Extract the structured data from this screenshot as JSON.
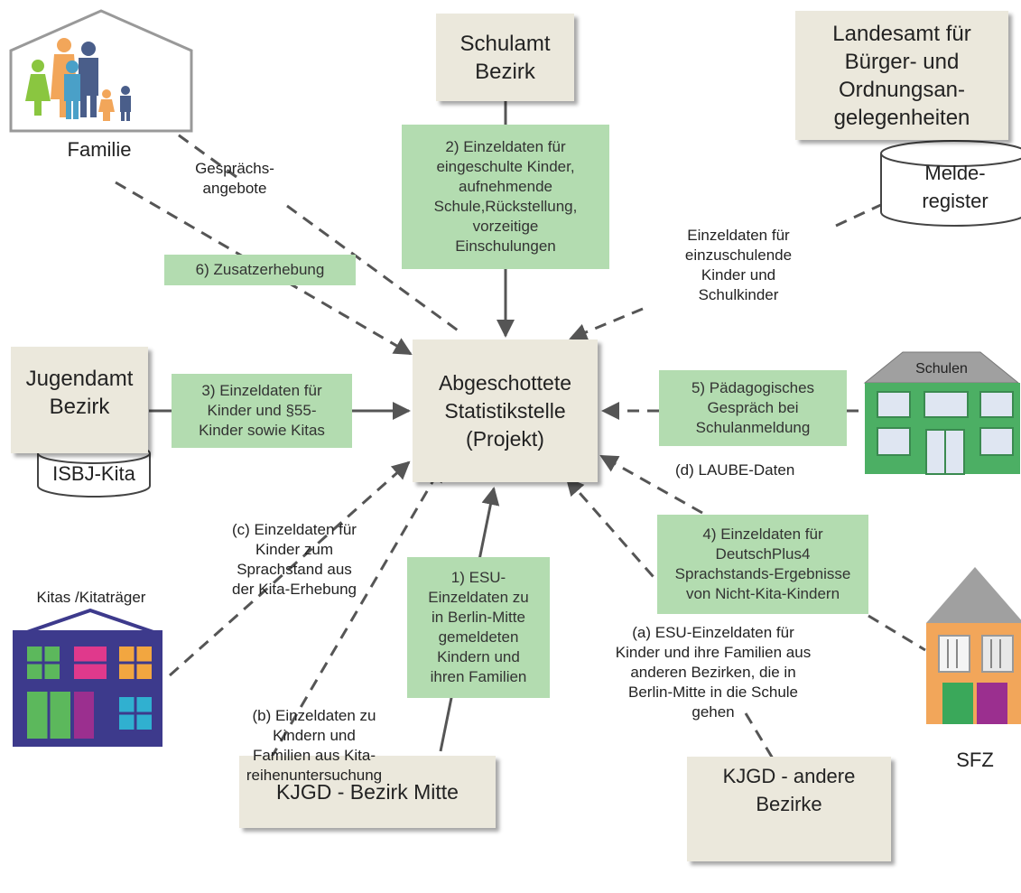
{
  "nodes": {
    "familie": "Familie",
    "schulamt": "Schulamt\nBezirk",
    "landesamt": "Landesamt für\nBürger- und\nOrdnungsan-\ngelegenheiten",
    "melderegister": "Melde-\nregister",
    "center": "Abgeschottete\nStatistikstelle\n(Projekt)",
    "jugendamt": "Jugendamt\nBezirk",
    "isbj": "ISBJ-Kita",
    "schulen": "Schulen",
    "kitas": "Kitas /Kitaträger",
    "sfz": "SFZ",
    "kjgd_mitte": "KJGD - Bezirk Mitte",
    "kjgd_andere": "KJGD - andere\nBezirke"
  },
  "green_labels": {
    "g2": "2) Einzeldaten für\neingeschulte Kinder,\naufnehmende\nSchule,Rückstellung,\nvorzeitige\nEinschulungen",
    "g6": "6) Zusatzerhebung",
    "g3": "3) Einzeldaten für\nKinder und §55-\nKinder sowie Kitas",
    "g5": "5) Pädagogisches\nGespräch bei\nSchulanmeldung",
    "g4": "4) Einzeldaten für\nDeutschPlus4\nSprachstands-Ergebnisse\nvon Nicht-Kita-Kindern",
    "g1": "1) ESU-\nEinzeldaten zu\nin Berlin-Mitte\ngemeldeten\nKindern und\nihren Familien"
  },
  "plain_labels": {
    "gespraech": "Gesprächs-\nangebote",
    "einzuschulende": "Einzeldaten für\neinzuschulende\nKinder und\nSchulkinder",
    "laube": "(d) LAUBE-Daten",
    "c": "(c) Einzeldaten für\nKinder zum\nSprachstand aus\nder Kita-Erhebung",
    "b": "(b) Einzeldaten zu\nKindern und\nFamilien aus Kita-\nreihenuntersuchung",
    "a": "(a) ESU-Einzeldaten für\nKinder und ihre Familien aus\nanderen Bezirken, die in\nBerlin-Mitte in die Schule\ngehen"
  },
  "colors": {
    "beige": "#ebe8dc",
    "green_label": "#b3dcb0",
    "arrow": "#555555",
    "school_green": "#4caf64",
    "kita_purple": "#3d3a8c",
    "sfz_orange": "#f2a65a",
    "roof_gray": "#a0a0a0"
  }
}
